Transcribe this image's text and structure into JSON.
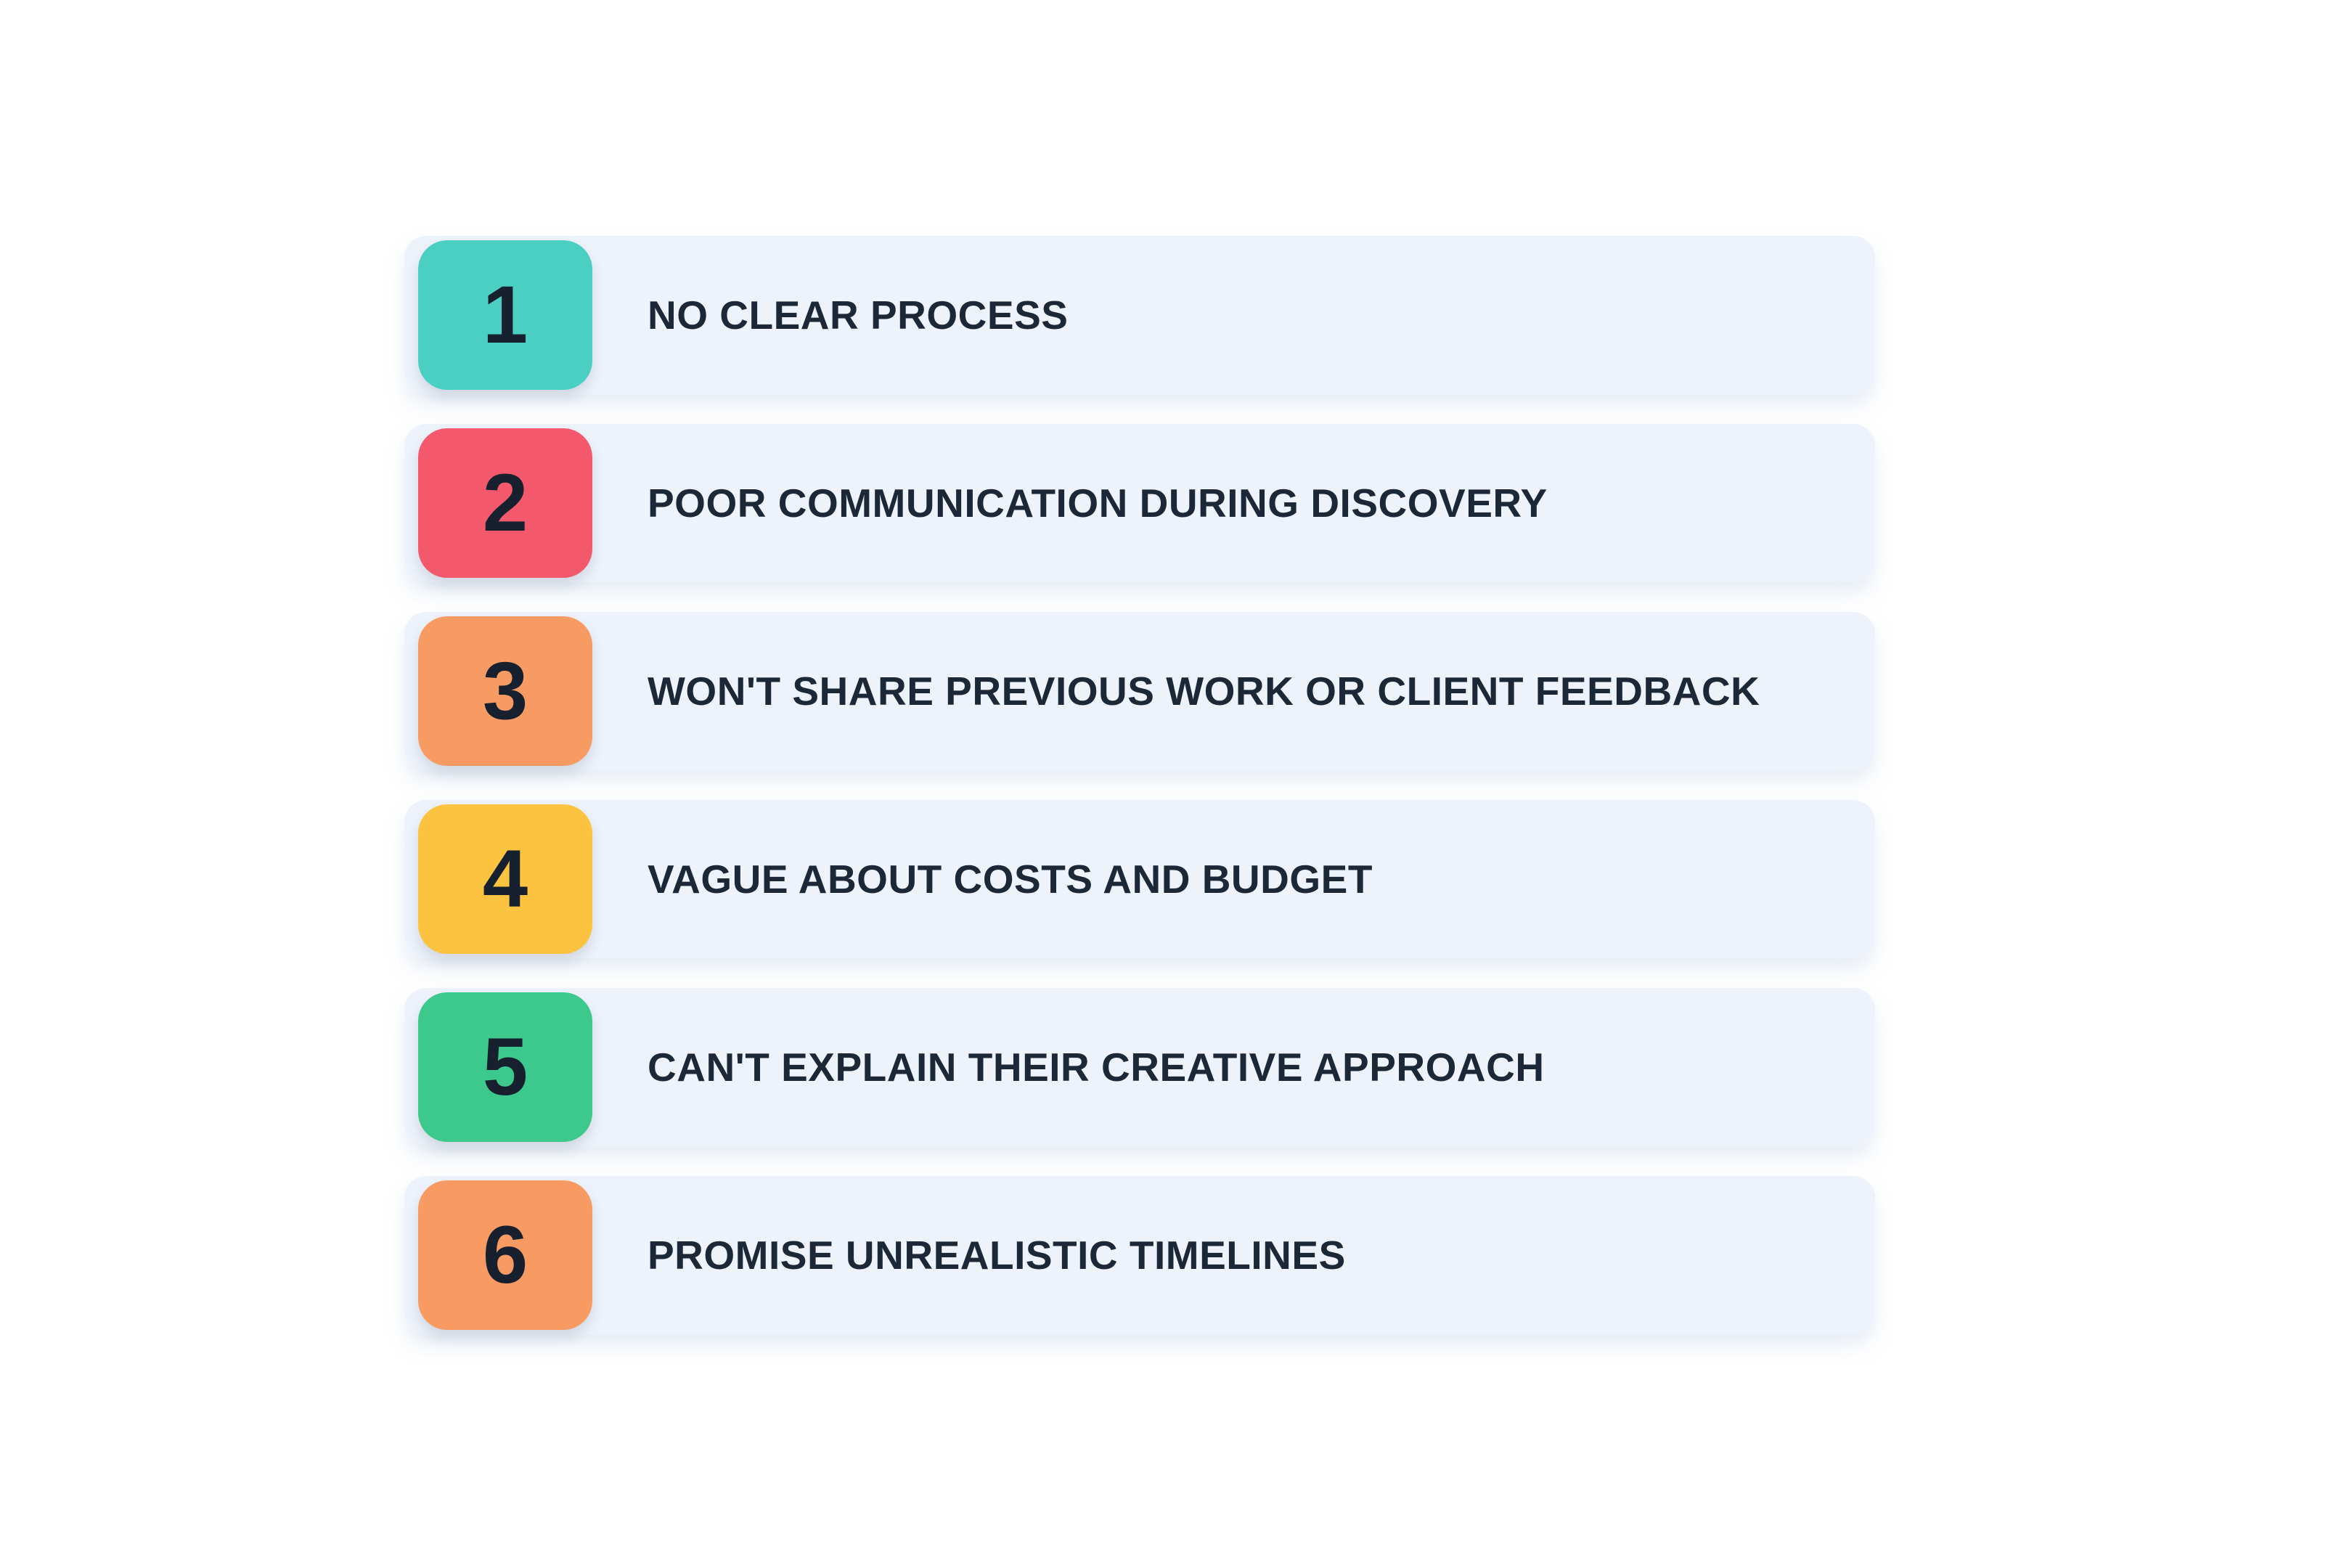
{
  "page": {
    "background_color": "#FFFFFF",
    "row_background_color": "#EEF3FB",
    "text_color": "#1C2737",
    "number_color": "#16202E"
  },
  "list": {
    "items": [
      {
        "number": "1",
        "label": "NO CLEAR PROCESS",
        "badge_color": "#4CCFC3"
      },
      {
        "number": "2",
        "label": "POOR COMMUNICATION DURING DISCOVERY",
        "badge_color": "#F4586C"
      },
      {
        "number": "3",
        "label": "WON'T SHARE PREVIOUS WORK OR CLIENT FEEDBACK",
        "badge_color": "#F89B62"
      },
      {
        "number": "4",
        "label": "VAGUE ABOUT COSTS AND BUDGET",
        "badge_color": "#FBC33F"
      },
      {
        "number": "5",
        "label": "CAN'T EXPLAIN THEIR CREATIVE APPROACH",
        "badge_color": "#3DC98D"
      },
      {
        "number": "6",
        "label": "PROMISE UNREALISTIC TIMELINES",
        "badge_color": "#F89B62"
      }
    ]
  }
}
